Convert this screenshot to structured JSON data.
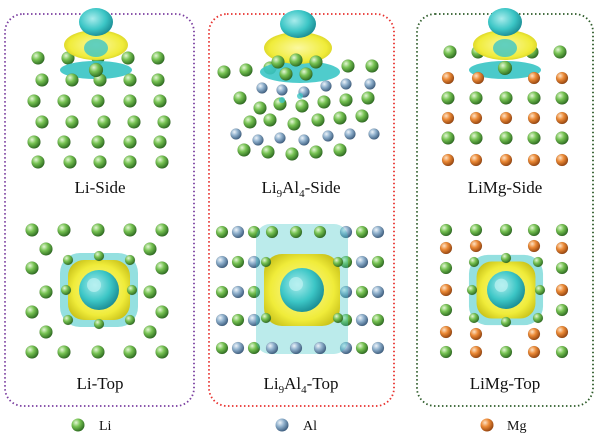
{
  "panels": [
    {
      "id": "li",
      "border_color": "#7b3fa0",
      "substrate": "#5cae42",
      "side": {
        "label": "Li-Side",
        "label_parts": [
          {
            "t": "Li-Side",
            "sub": false
          }
        ]
      },
      "top": {
        "label": "Li-Top",
        "label_parts": [
          {
            "t": "Li-Top",
            "sub": false
          }
        ]
      }
    },
    {
      "id": "lial",
      "border_color": "#e8322f",
      "substrate": "#5cae42",
      "side": {
        "label": "Li9Al4-Side",
        "label_parts": [
          {
            "t": "Li",
            "sub": false
          },
          {
            "t": "9",
            "sub": true
          },
          {
            "t": "Al",
            "sub": false
          },
          {
            "t": "4",
            "sub": true
          },
          {
            "t": "-Side",
            "sub": false
          }
        ]
      },
      "top": {
        "label": "Li9Al4-Top",
        "label_parts": [
          {
            "t": "Li",
            "sub": false
          },
          {
            "t": "9",
            "sub": true
          },
          {
            "t": "Al",
            "sub": false
          },
          {
            "t": "4",
            "sub": true
          },
          {
            "t": "-Top",
            "sub": false
          }
        ]
      }
    },
    {
      "id": "limg",
      "border_color": "#2e5c2a",
      "substrate": "#e07a2a",
      "side": {
        "label": "LiMg-Side",
        "label_parts": [
          {
            "t": "LiMg-Side",
            "sub": false
          }
        ]
      },
      "top": {
        "label": "LiMg-Top",
        "label_parts": [
          {
            "t": "LiMg-Top",
            "sub": false
          }
        ]
      }
    }
  ],
  "legend": [
    {
      "label": "Li",
      "color": "#5cae42"
    },
    {
      "label": "Al",
      "color": "#7e9fbe"
    },
    {
      "label": "Mg",
      "color": "#e07a2a"
    }
  ],
  "colors": {
    "charge_accumulation": "#f2ee3c",
    "charge_depletion": "#3cc6c6"
  }
}
